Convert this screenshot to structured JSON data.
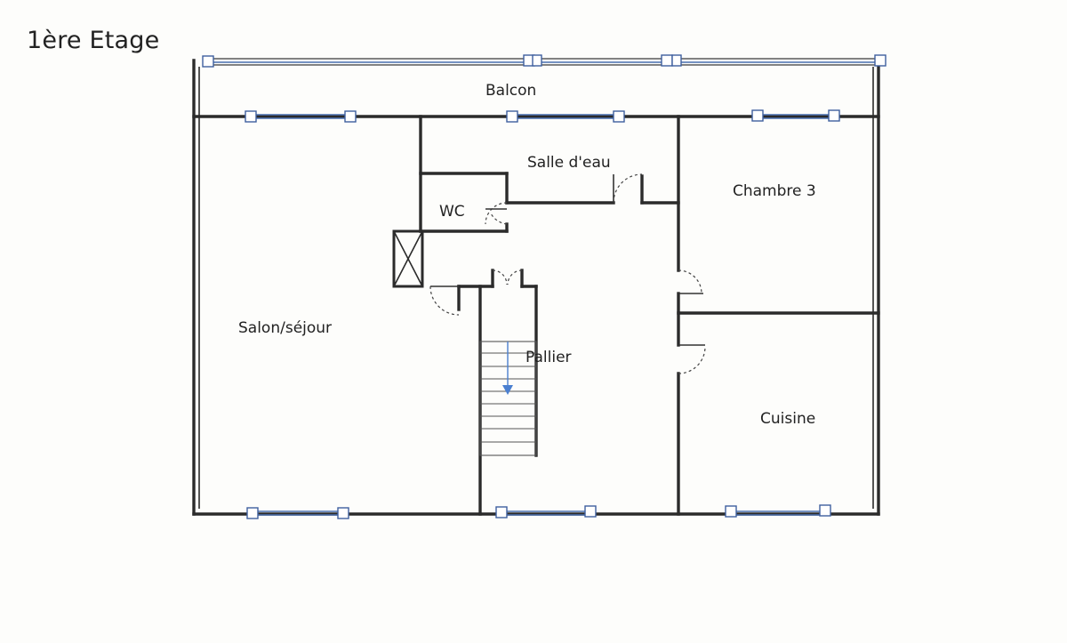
{
  "title": "1ère Etage",
  "rooms": {
    "balcon": "Balcon",
    "salle_eau": "Salle d'eau",
    "wc": "WC",
    "chambre3": "Chambre 3",
    "salon": "Salon/séjour",
    "pallier": "Pallier",
    "cuisine": "Cuisine"
  },
  "colors": {
    "wall": "#2b2b2b",
    "window": "#4a6fb0",
    "stair_arrow": "#4a7fd0"
  }
}
